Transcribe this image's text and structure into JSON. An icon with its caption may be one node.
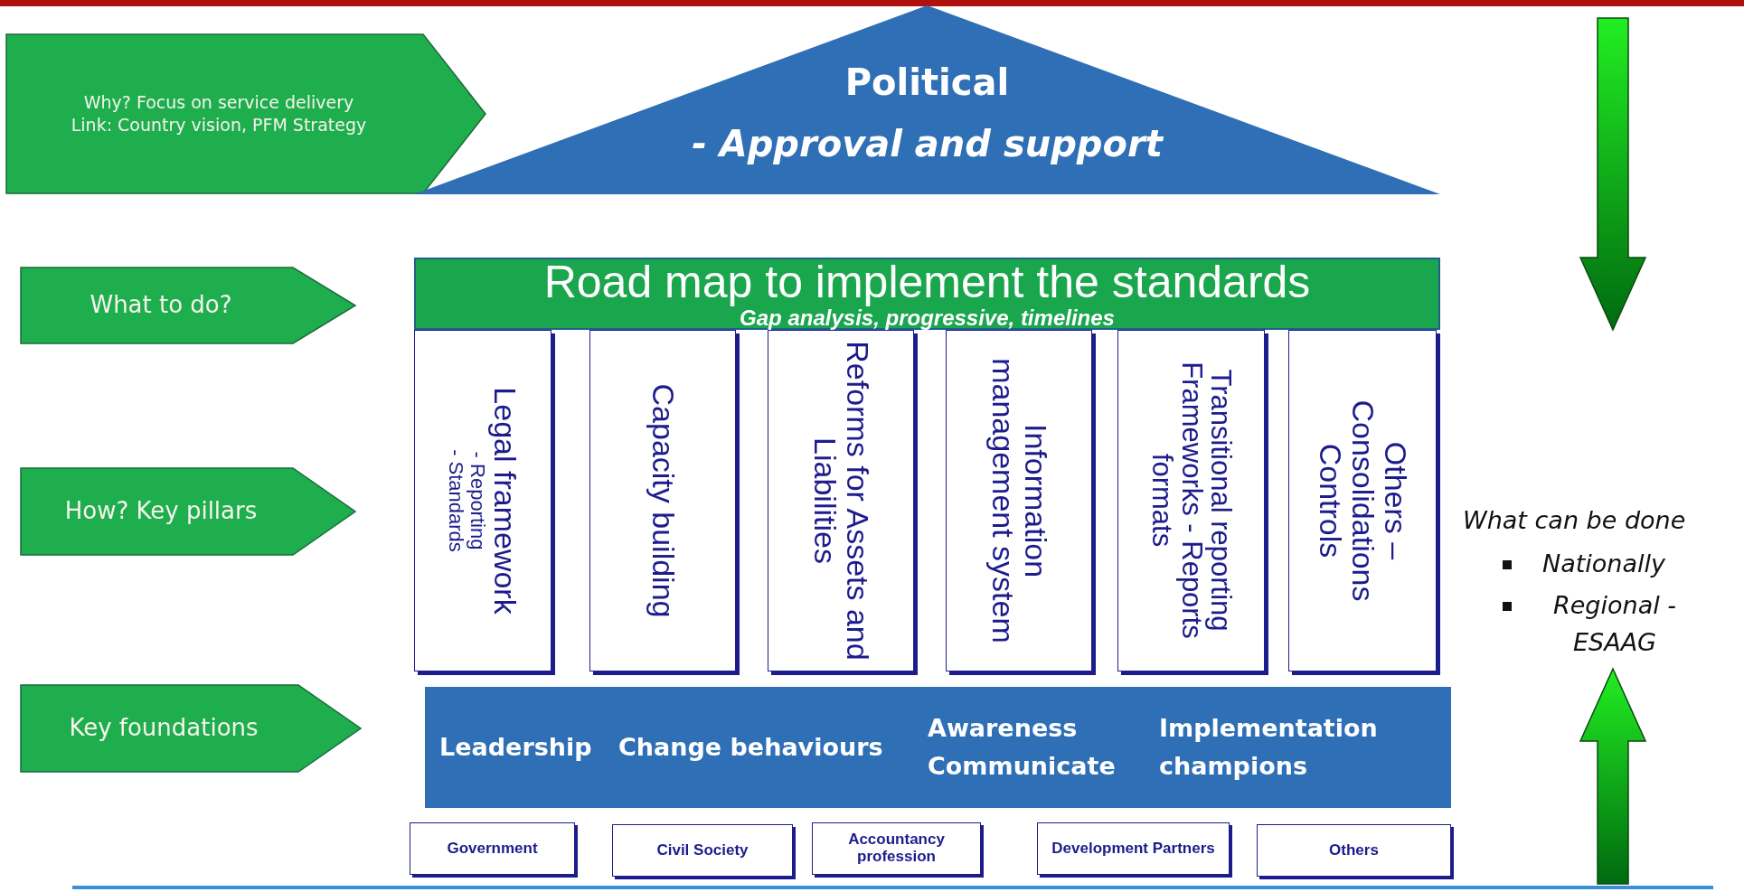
{
  "diagram": {
    "nodes": [
      {
        "text": [
          "Why? Focus on service delivery Link: Country vision, PFM Strategy"
        ]
      },
      {
        "text": [
          "Political",
          "- Approval and support"
        ]
      },
      {
        "text": [
          "What to do?"
        ]
      },
      {
        "text": [
          "Road map to implement the standards",
          "Gap analysis, progressive, timelines"
        ]
      },
      {
        "text": [
          "How? Key pillars"
        ]
      },
      {
        "text": [
          "Legal framework",
          "- Reporting",
          "- Standards"
        ]
      },
      {
        "text": [
          "Capacity building"
        ]
      },
      {
        "text": [
          "Reforms for Assets and Liabilities"
        ]
      },
      {
        "text": [
          "Information management system"
        ]
      },
      {
        "text": [
          "Transitional reporting Frameworks - Reports formats"
        ]
      },
      {
        "text": [
          "Others – Consolidations Controls"
        ]
      },
      {
        "text": [
          "Key foundations"
        ]
      },
      {
        "text": [
          "Leadership",
          "Change behaviours",
          "Awareness Communicate",
          "Implementation champions"
        ]
      },
      {
        "text": [
          "Government"
        ]
      },
      {
        "text": [
          "Civil Society"
        ]
      },
      {
        "text": [
          "Accountancy profession"
        ]
      },
      {
        "text": [
          "Development Partners"
        ]
      },
      {
        "text": [
          "Others"
        ]
      }
    ],
    "labels": [
      "What can be done",
      "Nationally",
      "Regional - ESAAG"
    ]
  }
}
